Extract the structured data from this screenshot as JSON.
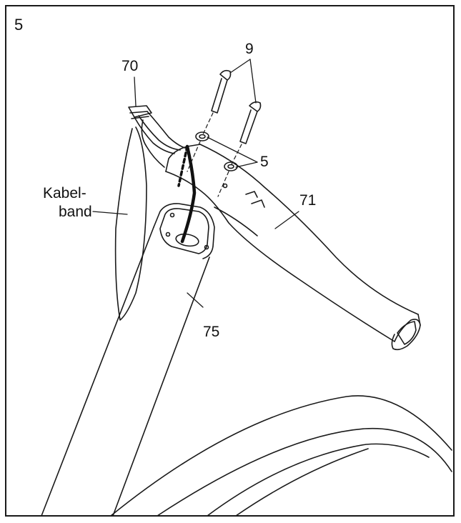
{
  "step_number": "5",
  "callouts": {
    "part_70": "70",
    "part_9": "9",
    "part_5": "5",
    "part_71": "71",
    "part_75": "75",
    "cable_tie_line1": "Kabel-",
    "cable_tie_line2": "band"
  },
  "colors": {
    "line": "#1a1a1a",
    "cable": "#111111",
    "background": "#ffffff"
  }
}
